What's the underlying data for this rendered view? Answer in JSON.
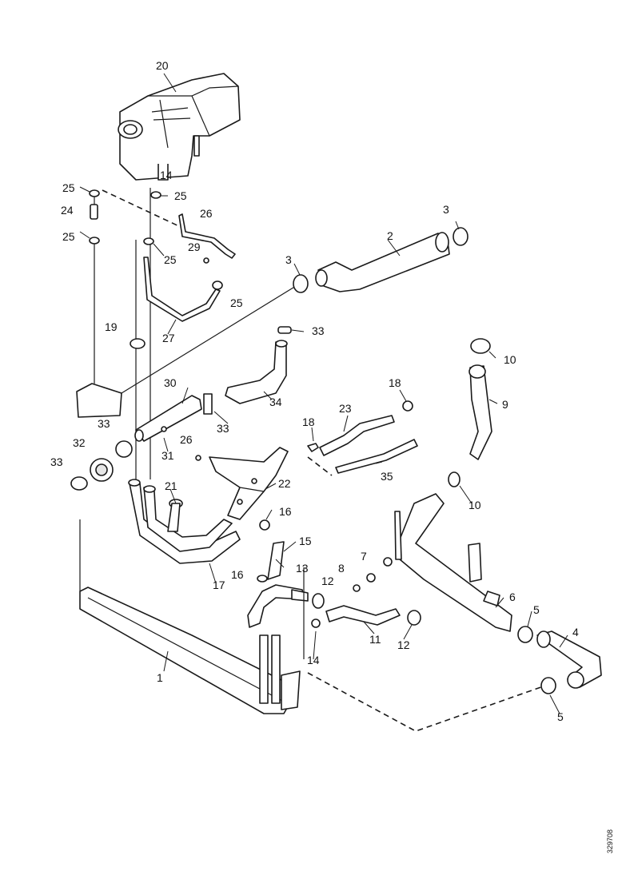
{
  "diagram": {
    "reference_number": "329708",
    "callouts": {
      "c1": "1",
      "c2": "2",
      "c3a": "3",
      "c3b": "3",
      "c4": "4",
      "c5a": "5",
      "c5b": "5",
      "c6": "6",
      "c7": "7",
      "c8": "8",
      "c9": "9",
      "c10a": "10",
      "c10b": "10",
      "c11": "11",
      "c12a": "12",
      "c12b": "12",
      "c13": "13",
      "c14a": "14",
      "c14b": "14",
      "c15": "15",
      "c16a": "16",
      "c16b": "16",
      "c17": "17",
      "c18a": "18",
      "c18b": "18",
      "c19": "19",
      "c20": "20",
      "c21": "21",
      "c22": "22",
      "c23": "23",
      "c24": "24",
      "c25a": "25",
      "c25b": "25",
      "c25c": "25",
      "c25d": "25",
      "c25e": "25",
      "c26a": "26",
      "c26b": "26",
      "c27": "27",
      "c29": "29",
      "c30": "30",
      "c31": "31",
      "c32": "32",
      "c33a": "33",
      "c33b": "33",
      "c33c": "33",
      "c33d": "33",
      "c34": "34",
      "c35": "35"
    }
  }
}
